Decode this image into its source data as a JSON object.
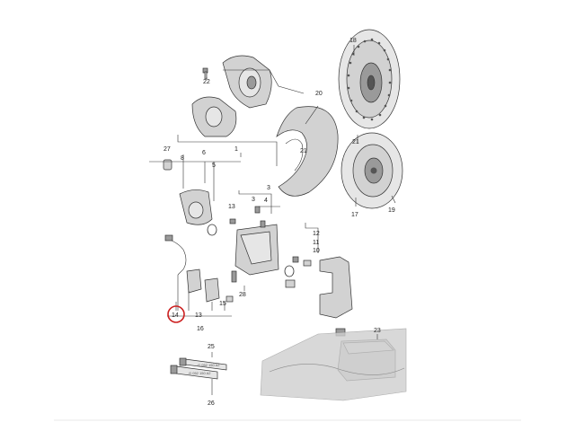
{
  "diagram": {
    "part_numbers": {
      "p1": "1",
      "p3a": "3",
      "p3b": "3",
      "p4": "4",
      "p5": "5",
      "p6": "6",
      "p8": "8",
      "p10": "10",
      "p11": "11",
      "p12": "12",
      "p13a": "13",
      "p13b": "13",
      "p14": "14",
      "p15": "15",
      "p16": "16",
      "p17": "17",
      "p18": "18",
      "p19": "19",
      "p20": "20",
      "p21a": "21",
      "p21b": "21",
      "p22": "22",
      "p23": "23",
      "p25": "25",
      "p26": "26",
      "p27": "27",
      "p28": "28"
    },
    "highlighted_part": "14"
  },
  "colors": {
    "highlight": "#cc1f1f",
    "line": "#333333",
    "part_fill": "#d2d2d2"
  }
}
